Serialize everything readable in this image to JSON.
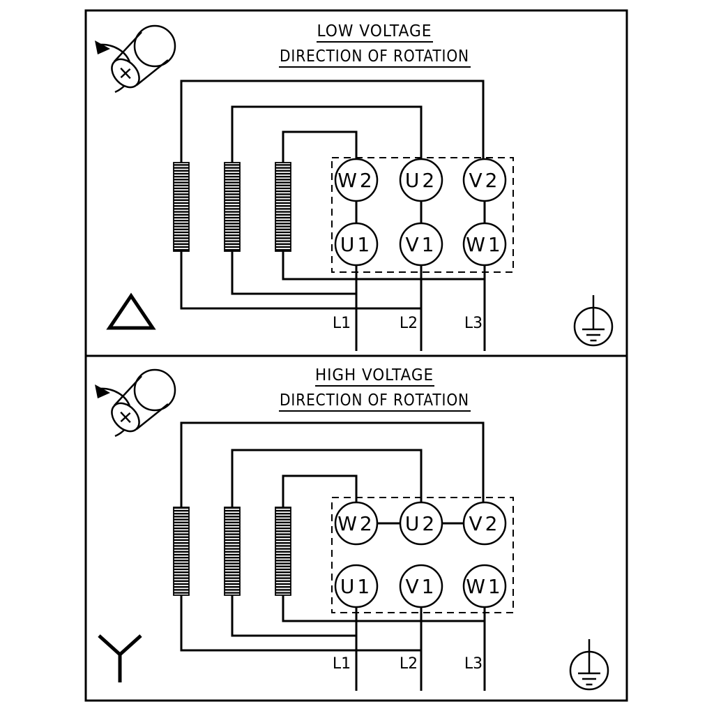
{
  "app": {
    "type": "motor-terminal-wiring-diagram"
  },
  "colors": {
    "line": "#000000",
    "background": "#ffffff"
  },
  "panels": [
    {
      "title": "LOW VOLTAGE",
      "subtitle": "DIRECTION OF ROTATION",
      "connection": "delta",
      "terminals": {
        "top": [
          "W2",
          "U2",
          "V2"
        ],
        "bottom": [
          "U1",
          "V1",
          "W1"
        ]
      },
      "line_labels": [
        "L1",
        "L2",
        "L3"
      ],
      "icons": [
        "motor-shaft-rotation-icon",
        "delta-symbol",
        "earth-ground-icon"
      ]
    },
    {
      "title": "HIGH VOLTAGE",
      "subtitle": "DIRECTION OF ROTATION",
      "connection": "star",
      "terminals": {
        "top": [
          "W2",
          "U2",
          "V2"
        ],
        "bottom": [
          "U1",
          "V1",
          "W1"
        ]
      },
      "line_labels": [
        "L1",
        "L2",
        "L3"
      ],
      "icons": [
        "motor-shaft-rotation-icon",
        "star-symbol",
        "earth-ground-icon"
      ]
    }
  ]
}
